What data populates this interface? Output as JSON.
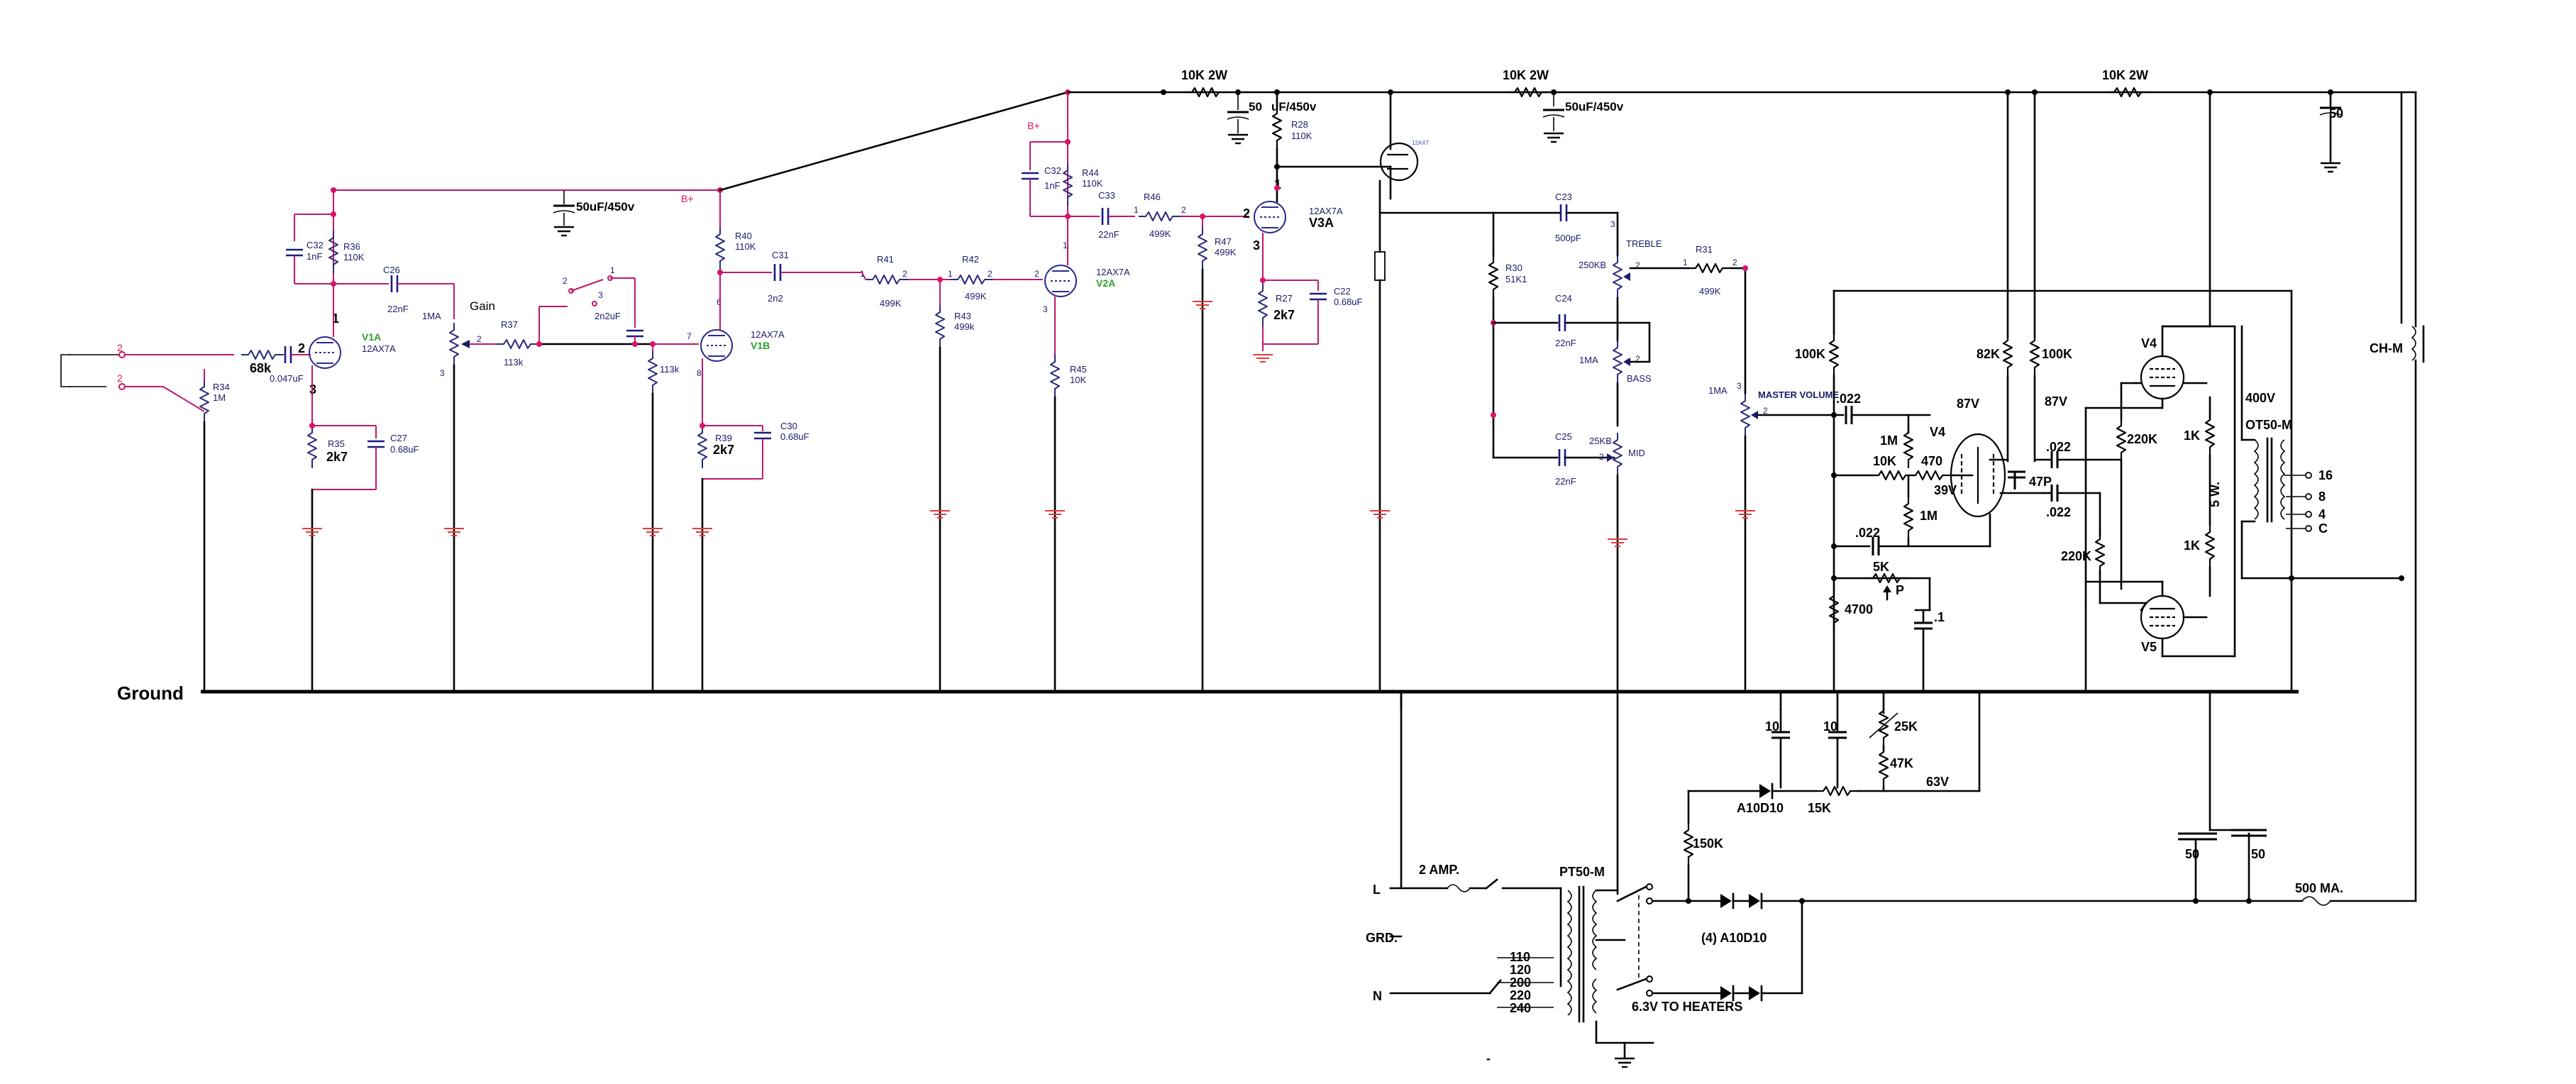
{
  "labels": {
    "ground": "Ground",
    "gain": "Gain",
    "v1a": "V1A",
    "v1a_type": "12AX7A",
    "v1b": "V1B",
    "v1b_type": "12AX7A",
    "v2a": "V2A",
    "v2a_type": "12AX7A",
    "v3a": "V3A",
    "v3a_type": "12AX7A",
    "r34": "R34",
    "r34_val": "1M",
    "r_68k": "68k",
    "c_input": "0.047uF",
    "r36": "R36",
    "r36_val": "110K",
    "c32a": "C32",
    "c32a_val": "1nF",
    "c26": "C26",
    "c26_val": "22nF",
    "pot_1ma_gain": "1MA",
    "r35": "R35",
    "r35_val": "2k7",
    "c27": "C27",
    "c27_val": "0.68uF",
    "r37": "R37",
    "r37_val": "113k",
    "cap_2n2": "2n2uF",
    "r_113k_b": "113k",
    "b_plus_1": "B+",
    "cap_50uf_1": "50uF/450v",
    "r40": "R40",
    "r40_val": "110K",
    "c31": "C31",
    "c31_val": "2n2",
    "r39": "R39",
    "r39_val": "2k7",
    "c30": "C30",
    "c30_val": "0.68uF",
    "r41": "R41",
    "r41_val": "499K",
    "r42": "R42",
    "r42_val": "499K",
    "r43": "R43",
    "r43_val": "499k",
    "b_plus_2": "B+",
    "c32b": "C32",
    "c32b_val": "1nF",
    "r44": "R44",
    "r44_val": "110K",
    "c33": "C33",
    "c33_val": "22nF",
    "r46": "R46",
    "r46_val": "499K",
    "r45": "R45",
    "r45_val": "10K",
    "r47": "R47",
    "r47_val": "499K",
    "r28": "R28",
    "r28_val": "110K",
    "cap_50uf_2": "50",
    "cap_50uf_2b": "uF/450v",
    "r27": "R27",
    "r27_val": "2k7",
    "c22": "C22",
    "c22_val": "0.68uF",
    "res_10k2w_1": "10K 2W",
    "res_10k2w_2": "10K 2W",
    "res_10k2w_3": "10K 2W",
    "cap_50uf_3": "50uF/450v",
    "cap_50_top": "50",
    "c23": "C23",
    "c23_val": "500pF",
    "treble": "TREBLE",
    "treble_val": "250KB",
    "r30": "R30",
    "r30_val": "51K1",
    "c24": "C24",
    "c24_val": "22nF",
    "bass": "BASS",
    "bass_val": "1MA",
    "c25": "C25",
    "c25_val": "22nF",
    "mid": "MID",
    "mid_val": "25KB",
    "r31": "R31",
    "r31_val": "499K",
    "master_volume": "MASTER VOLUME",
    "master_pot": "1MA",
    "r_100k_a": "100K",
    "c_022_a": ".022",
    "r_1m_a": "1M",
    "r_10k": "10K",
    "r_470": "470",
    "v_39": "39V",
    "r_1m_b": "1M",
    "c_022_b": ".022",
    "r_5k": "5K",
    "p": "P",
    "r_4700": "4700",
    "c_1": ".1",
    "v4_pi": "V4",
    "v_87a": "87V",
    "v_87b": "87V",
    "r_82k": "82K",
    "r_100k_b": "100K",
    "c_47p": "47P",
    "c_022_c": ".022",
    "c_022_d": ".022",
    "r_220k_a": "220K",
    "r_220k_b": "220K",
    "v4_pwr": "V4",
    "v5_pwr": "V5",
    "r_1k_a": "1K",
    "r_1k_b": "1K",
    "r_5w": "5 W.",
    "v_400": "400V",
    "ot50": "OT50-M",
    "tap_16": "16",
    "tap_8": "8",
    "tap_4": "4",
    "tap_c": "C",
    "choke": "CH-M",
    "cap_10a": "10",
    "cap_10b": "10",
    "r_25k": "25K",
    "r_47k": "47K",
    "v_63": "63V",
    "diode_a10d10": "A10D10",
    "r_15k": "15K",
    "r_150k": "150K",
    "cap_50a": "50",
    "cap_50b": "50",
    "fuse_500ma": "500 MA.",
    "line_l": "L",
    "line_grd": "GRD.",
    "line_n": "N",
    "fuse_2amp": "2 AMP.",
    "pt50": "PT50-M",
    "tap_110": "110",
    "tap_120": "120",
    "tap_200": "200",
    "tap_220": "220",
    "tap_240": "240",
    "rect_diodes": "(4) A10D10",
    "heaters": "6.3V TO HEATERS",
    "tube_top_label": "12AX7"
  },
  "colors": {
    "wire": "#000000",
    "pcb_wire": "#c0186a",
    "junction_pink": "#d8156a",
    "ground_red": "#e03a3a",
    "label_blue": "#1b1b6b",
    "tube_label_green": "#2aa02a"
  }
}
